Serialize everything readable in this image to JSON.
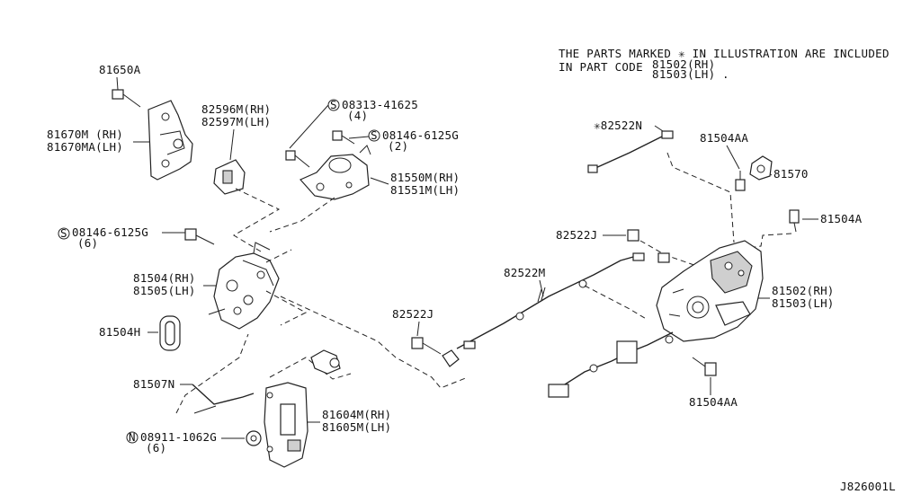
{
  "note": {
    "line1": "THE PARTS MARKED ✳ IN ILLUSTRATION ARE INCLUDED",
    "line2a": "IN PART CODE",
    "code_rh": "81502(RH)",
    "code_lh": "81503(LH)",
    "period": "."
  },
  "labels": {
    "p81650A": "81650A",
    "p81670M": "81670M (RH)",
    "p81670MA": "81670MA(LH)",
    "p82596M": "82596M(RH)",
    "p82597M": "82597M(LH)",
    "s08313": "08313-41625",
    "s08313_qty": "(4)",
    "s08146a": "08146-6125G",
    "s08146a_qty": "(2)",
    "p81550M": "81550M(RH)",
    "p81551M": "81551M(LH)",
    "s08146b": "08146-6125G",
    "s08146b_qty": "(6)",
    "p81504": "81504(RH)",
    "p81505": "81505(LH)",
    "p81504H": "81504H",
    "p81507N": "81507N",
    "n08911": "08911-1062G",
    "n08911_qty": "(6)",
    "p81604M": "81604M(RH)",
    "p81605M": "81605M(LH)",
    "p82522N": "✳82522N",
    "p81504AA_top": "81504AA",
    "p81570": "81570",
    "p81504A": "81504A",
    "p82522J_top": "82522J",
    "p82522M": "82522M",
    "p82522J_mid": "82522J",
    "p81502": "81502(RH)",
    "p81503": "81503(LH)",
    "p81504AA_bot": "81504AA",
    "figure_code": "J826001L"
  },
  "circle_marks": {
    "s_mark": "S",
    "n_mark": "N"
  }
}
